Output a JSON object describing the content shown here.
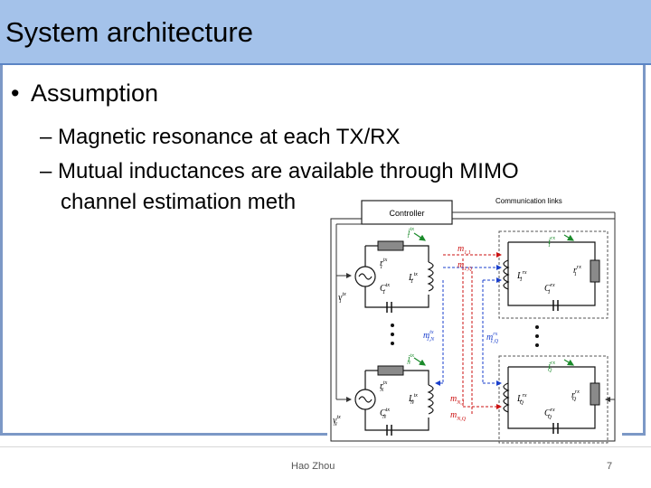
{
  "slide": {
    "title": "System architecture",
    "bullet": "Assumption",
    "sub_bullets": [
      "– Magnetic resonance at each TX/RX",
      "– Mutual inductances are available through MIMO",
      "channel estimation meth"
    ]
  },
  "figure": {
    "controller_label": "Controller",
    "links_label": "Communication links",
    "tx_top": {
      "current": "i",
      "current_sup": "tx",
      "current_sub": "1",
      "r": "r",
      "r_sup": "tx",
      "r_sub": "1",
      "L": "L",
      "L_sup": "tx",
      "L_sub": "1",
      "C": "C",
      "C_sup": "tx",
      "C_sub": "1",
      "v": "v",
      "v_sup": "tx",
      "v_sub": "1"
    },
    "tx_bottom": {
      "current": "i",
      "current_sup": "tx",
      "current_sub": "N",
      "r": "r",
      "r_sup": "tx",
      "r_sub": "N",
      "L": "L",
      "L_sup": "tx",
      "L_sub": "N",
      "C": "C",
      "C_sup": "tx",
      "C_sub": "N",
      "v": "v",
      "v_sup": "tx",
      "v_sub": "N"
    },
    "rx_top": {
      "current": "i",
      "current_sup": "rx",
      "current_sub": "1",
      "r": "r",
      "r_sup": "rx",
      "r_sub": "1",
      "L": "L",
      "L_sup": "rx",
      "L_sub": "1",
      "C": "C",
      "C_sup": "rx",
      "C_sub": "1"
    },
    "rx_bottom": {
      "current": "i",
      "current_sup": "rx",
      "current_sub": "Q",
      "r": "r",
      "r_sup": "rx",
      "r_sub": "Q",
      "L": "L",
      "L_sup": "rx",
      "L_sub": "Q",
      "C": "C",
      "C_sup": "rx",
      "C_sub": "Q"
    },
    "mutuals": {
      "m11": "m",
      "m11_sub": "1,1",
      "m1q": "m",
      "m1q_sub": "1,Q",
      "m1n_tx": "m",
      "m1n_tx_sup": "tx",
      "m1n_tx_sub": "1,N",
      "m1q_rx": "m",
      "m1q_rx_sup": "rx",
      "m1q_rx_sub": "1,Q",
      "mn1": "m",
      "mn1_sub": "N,1",
      "mnq": "m",
      "mnq_sub": "N,Q"
    },
    "colors": {
      "current": "#1a8a2a",
      "mutual": "#cc1111",
      "coupling": "#1a3fcc",
      "resistor": "#8a8a8a"
    }
  },
  "footer": {
    "author": "Hao Zhou",
    "page": "7"
  }
}
